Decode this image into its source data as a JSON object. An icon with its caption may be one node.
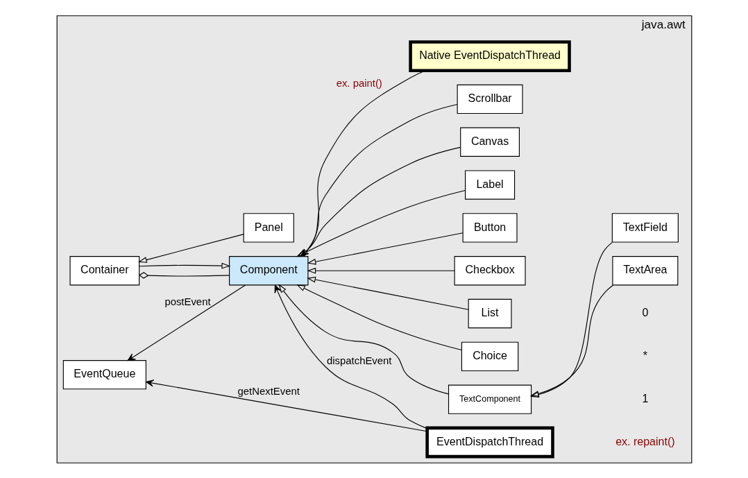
{
  "diagram": {
    "nodes": [
      {
        "text": [
          "java.awt"
        ]
      },
      {
        "text": [
          "Component"
        ],
        "in": 0
      },
      {
        "text": [
          "Container"
        ],
        "in": 0
      },
      {
        "text": [
          "Panel"
        ],
        "in": 0
      },
      {
        "text": [
          "Scrollbar"
        ],
        "in": 0
      },
      {
        "text": [
          "Canvas"
        ],
        "in": 0
      },
      {
        "text": [
          "Label"
        ],
        "in": 0
      },
      {
        "text": [
          "Button"
        ],
        "in": 0
      },
      {
        "text": [
          "Checkbox"
        ],
        "in": 0
      },
      {
        "text": [
          "List"
        ],
        "in": 0
      },
      {
        "text": [
          "Choice"
        ],
        "in": 0
      },
      {
        "text": [
          "TextComponent"
        ],
        "in": 0
      },
      {
        "text": [
          "TextField"
        ],
        "in": 0
      },
      {
        "text": [
          "TextArea"
        ],
        "in": 0
      },
      {
        "text": [
          "EventDispatchThread"
        ],
        "in": 0
      },
      {
        "text": [
          "EventQueue"
        ],
        "in": 0
      },
      {
        "text": [
          "Native EventDispatchThread"
        ],
        "in": 0
      }
    ],
    "edges": [
      {
        "from": 16,
        "to": 1,
        "arrow": "to",
        "label": "ex. paint()"
      },
      {
        "from": 1,
        "to": 15,
        "arrow": "to",
        "label": "postEvent"
      },
      {
        "from": 14,
        "to": 1,
        "arrow": "to",
        "label": "dispatchEvent"
      },
      {
        "from": 14,
        "to": 15,
        "arrow": "to",
        "label": "getNextEvent"
      },
      {
        "from": 1,
        "to": 2,
        "arrow": "other"
      },
      {
        "from": 2,
        "to": 1,
        "arrow": "to"
      },
      {
        "from": 3,
        "to": 2,
        "arrow": "to"
      },
      {
        "from": 4,
        "to": 1,
        "arrow": "to"
      },
      {
        "from": 5,
        "to": 1,
        "arrow": "to"
      },
      {
        "from": 6,
        "to": 1,
        "arrow": "to"
      },
      {
        "from": 7,
        "to": 1,
        "arrow": "to"
      },
      {
        "from": 8,
        "to": 1,
        "arrow": "to"
      },
      {
        "from": 9,
        "to": 1,
        "arrow": "to"
      },
      {
        "from": 10,
        "to": 1,
        "arrow": "to"
      },
      {
        "from": 11,
        "to": 1,
        "arrow": "to"
      },
      {
        "from": 12,
        "to": 11,
        "arrow": "to"
      },
      {
        "from": 13,
        "to": 11,
        "arrow": "to"
      }
    ],
    "labels": [
      "0",
      "*",
      "1",
      "ex. repaint()"
    ]
  }
}
